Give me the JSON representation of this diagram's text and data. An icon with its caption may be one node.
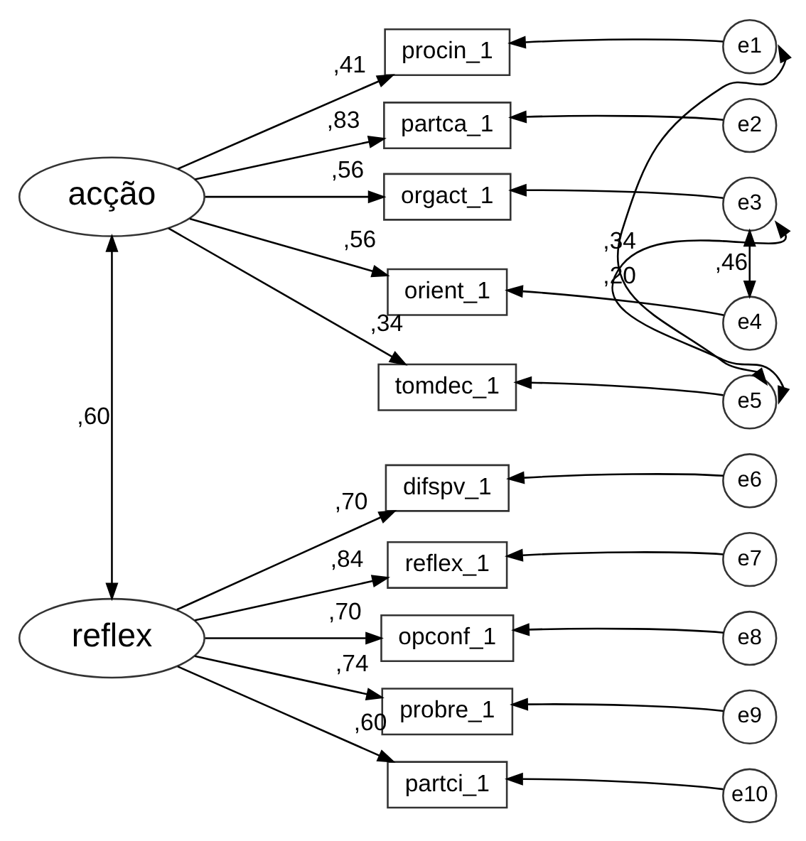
{
  "diagram": {
    "nodes": [
      {
        "text": [
          "acção"
        ]
      },
      {
        "text": [
          "reflex"
        ]
      },
      {
        "text": [
          "procin_1"
        ]
      },
      {
        "text": [
          "partca_1"
        ]
      },
      {
        "text": [
          "orgact_1"
        ]
      },
      {
        "text": [
          "orient_1"
        ]
      },
      {
        "text": [
          "tomdec_1"
        ]
      },
      {
        "text": [
          "e1"
        ]
      },
      {
        "text": [
          "e2"
        ]
      },
      {
        "text": [
          "e3"
        ]
      },
      {
        "text": [
          "e4"
        ]
      },
      {
        "text": [
          "e5"
        ]
      },
      {
        "text": [
          "difspv_1"
        ]
      },
      {
        "text": [
          "reflex_1"
        ]
      },
      {
        "text": [
          "opconf_1"
        ]
      },
      {
        "text": [
          "probre_1"
        ]
      },
      {
        "text": [
          "partci_1"
        ]
      },
      {
        "text": [
          "e6"
        ]
      },
      {
        "text": [
          "e7"
        ]
      },
      {
        "text": [
          "e8"
        ]
      },
      {
        "text": [
          "e9"
        ]
      },
      {
        "text": [
          "e10"
        ]
      }
    ],
    "edges": [
      {
        "from": 0,
        "to": 2,
        "arrow": "to",
        "label": ",41"
      },
      {
        "from": 0,
        "to": 3,
        "arrow": "to",
        "label": ",83"
      },
      {
        "from": 0,
        "to": 4,
        "arrow": "to",
        "label": ",56"
      },
      {
        "from": 0,
        "to": 5,
        "arrow": "to",
        "label": ",56"
      },
      {
        "from": 0,
        "to": 6,
        "arrow": "to",
        "label": ",34"
      },
      {
        "from": 7,
        "to": 2,
        "arrow": "to"
      },
      {
        "from": 8,
        "to": 3,
        "arrow": "to"
      },
      {
        "from": 9,
        "to": 4,
        "arrow": "to"
      },
      {
        "from": 10,
        "to": 5,
        "arrow": "to"
      },
      {
        "from": 11,
        "to": 6,
        "arrow": "to"
      },
      {
        "from": 7,
        "to": 11,
        "arrow": "both",
        "label": ",34"
      },
      {
        "from": 9,
        "to": 10,
        "arrow": "both",
        "label": ",46"
      },
      {
        "from": 9,
        "to": 11,
        "arrow": "both",
        "label": ",20"
      },
      {
        "from": 0,
        "to": 1,
        "arrow": "both",
        "label": ",60"
      },
      {
        "from": 1,
        "to": 12,
        "arrow": "to",
        "label": ",70"
      },
      {
        "from": 1,
        "to": 13,
        "arrow": "to",
        "label": ",84"
      },
      {
        "from": 1,
        "to": 14,
        "arrow": "to",
        "label": ",70"
      },
      {
        "from": 1,
        "to": 15,
        "arrow": "to",
        "label": ",74"
      },
      {
        "from": 1,
        "to": 16,
        "arrow": "to",
        "label": ",60"
      },
      {
        "from": 17,
        "to": 12,
        "arrow": "to"
      },
      {
        "from": 18,
        "to": 13,
        "arrow": "to"
      },
      {
        "from": 19,
        "to": 14,
        "arrow": "to"
      },
      {
        "from": 20,
        "to": 15,
        "arrow": "to"
      },
      {
        "from": 21,
        "to": 16,
        "arrow": "to"
      }
    ]
  }
}
